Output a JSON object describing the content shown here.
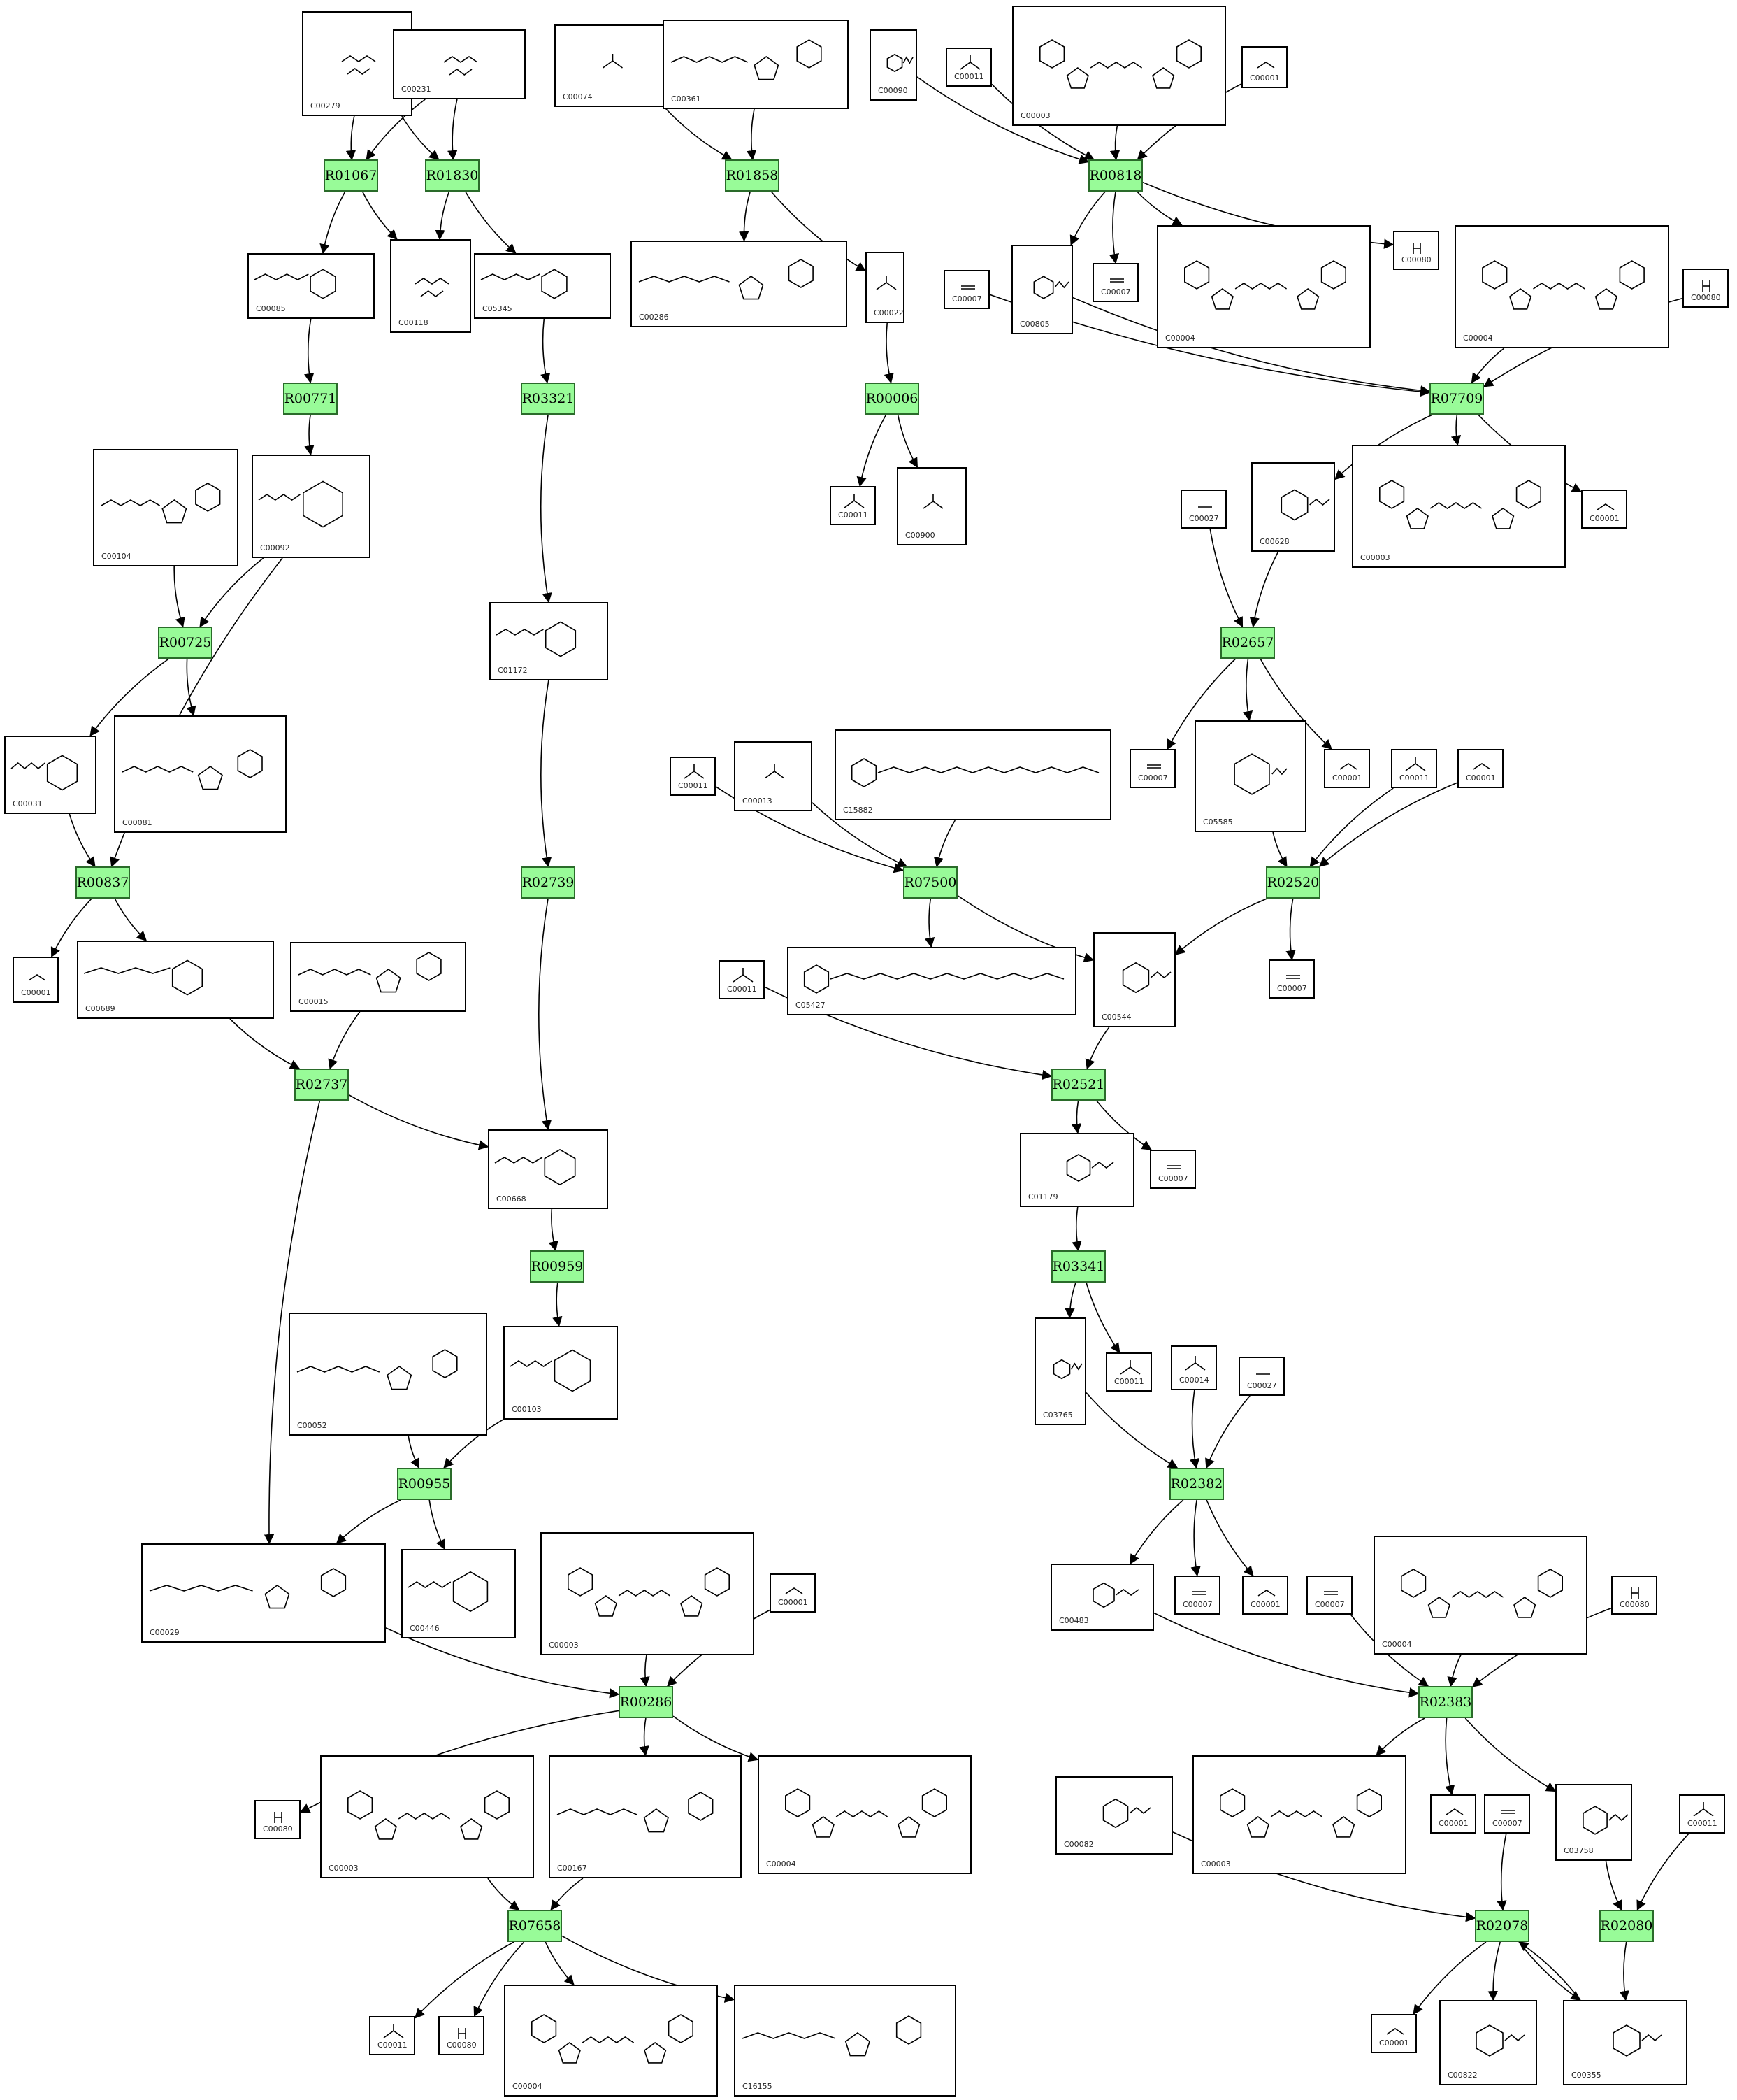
{
  "reactions": [
    {
      "id": "r01067",
      "label": "R01067"
    },
    {
      "id": "r01830",
      "label": "R01830"
    },
    {
      "id": "r01858",
      "label": "R01858"
    },
    {
      "id": "r00818",
      "label": "R00818"
    },
    {
      "id": "r00771",
      "label": "R00771"
    },
    {
      "id": "r03321",
      "label": "R03321"
    },
    {
      "id": "r00006",
      "label": "R00006"
    },
    {
      "id": "r07709",
      "label": "R07709"
    },
    {
      "id": "r00725",
      "label": "R00725"
    },
    {
      "id": "r02657",
      "label": "R02657"
    },
    {
      "id": "r00837",
      "label": "R00837"
    },
    {
      "id": "r02739",
      "label": "R02739"
    },
    {
      "id": "r07500",
      "label": "R07500"
    },
    {
      "id": "r02520",
      "label": "R02520"
    },
    {
      "id": "r02737",
      "label": "R02737"
    },
    {
      "id": "r02521",
      "label": "R02521"
    },
    {
      "id": "r00959",
      "label": "R00959"
    },
    {
      "id": "r03341",
      "label": "R03341"
    },
    {
      "id": "r00955",
      "label": "R00955"
    },
    {
      "id": "r02382",
      "label": "R02382"
    },
    {
      "id": "r00286",
      "label": "R00286"
    },
    {
      "id": "r02383",
      "label": "R02383"
    },
    {
      "id": "r07658",
      "label": "R07658"
    },
    {
      "id": "r02078",
      "label": "R02078"
    },
    {
      "id": "r02080",
      "label": "R02080"
    }
  ],
  "compounds": [
    {
      "id": "c00279",
      "label": "C00279",
      "mol": "sugar-chain"
    },
    {
      "id": "c00231",
      "label": "C00231",
      "mol": "sugar-chain"
    },
    {
      "id": "c00074",
      "label": "C00074",
      "mol": "small"
    },
    {
      "id": "c00361",
      "label": "C00361",
      "mol": "nucleotide"
    },
    {
      "id": "c00090",
      "label": "C00090",
      "mol": "ring"
    },
    {
      "id": "c00011a",
      "label": "C00011",
      "mol": "small"
    },
    {
      "id": "c00003a",
      "label": "C00003",
      "mol": "nad"
    },
    {
      "id": "c00001a",
      "label": "C00001",
      "mol": "water"
    },
    {
      "id": "c00085",
      "label": "C00085",
      "mol": "ring-sugar"
    },
    {
      "id": "c00118",
      "label": "C00118",
      "mol": "sugar-chain"
    },
    {
      "id": "c05345",
      "label": "C05345",
      "mol": "ring-sugar"
    },
    {
      "id": "c00286",
      "label": "C00286",
      "mol": "nucleotide"
    },
    {
      "id": "c00022",
      "label": "C00022",
      "mol": "small"
    },
    {
      "id": "c00805",
      "label": "C00805",
      "mol": "ring"
    },
    {
      "id": "c00007a",
      "label": "C00007",
      "mol": "oxygen"
    },
    {
      "id": "c00004a",
      "label": "C00004",
      "mol": "nad"
    },
    {
      "id": "c00080a",
      "label": "C00080",
      "mol": "proton"
    },
    {
      "id": "c00007b",
      "label": "C00007",
      "mol": "oxygen"
    },
    {
      "id": "c00004b",
      "label": "C00004",
      "mol": "nad"
    },
    {
      "id": "c00080b",
      "label": "C00080",
      "mol": "proton"
    },
    {
      "id": "c00011b",
      "label": "C00011",
      "mol": "small"
    },
    {
      "id": "c00900",
      "label": "C00900",
      "mol": "small"
    },
    {
      "id": "c00104",
      "label": "C00104",
      "mol": "nucleotide"
    },
    {
      "id": "c00092",
      "label": "C00092",
      "mol": "ring-sugar"
    },
    {
      "id": "c00027a",
      "label": "C00027",
      "mol": "peroxide"
    },
    {
      "id": "c00628",
      "label": "C00628",
      "mol": "ring"
    },
    {
      "id": "c00003b",
      "label": "C00003",
      "mol": "nad"
    },
    {
      "id": "c00001b",
      "label": "C00001",
      "mol": "water"
    },
    {
      "id": "c01172",
      "label": "C01172",
      "mol": "ring-sugar"
    },
    {
      "id": "c00031",
      "label": "C00031",
      "mol": "ring-sugar"
    },
    {
      "id": "c00081",
      "label": "C00081",
      "mol": "nucleotide"
    },
    {
      "id": "c00011c",
      "label": "C00011",
      "mol": "small"
    },
    {
      "id": "c00013",
      "label": "C00013",
      "mol": "small"
    },
    {
      "id": "c15882",
      "label": "C15882",
      "mol": "chain"
    },
    {
      "id": "c00007c",
      "label": "C00007",
      "mol": "oxygen"
    },
    {
      "id": "c05585",
      "label": "C05585",
      "mol": "ring"
    },
    {
      "id": "c00001c",
      "label": "C00001",
      "mol": "water"
    },
    {
      "id": "c00011d",
      "label": "C00011",
      "mol": "small"
    },
    {
      "id": "c00001d",
      "label": "C00001",
      "mol": "water"
    },
    {
      "id": "c00001e",
      "label": "C00001",
      "mol": "water"
    },
    {
      "id": "c00689",
      "label": "C00689",
      "mol": "ring-sugar"
    },
    {
      "id": "c00015",
      "label": "C00015",
      "mol": "nucleotide"
    },
    {
      "id": "c05427",
      "label": "C05427",
      "mol": "chain"
    },
    {
      "id": "c00544",
      "label": "C00544",
      "mol": "ring"
    },
    {
      "id": "c00007d",
      "label": "C00007",
      "mol": "oxygen"
    },
    {
      "id": "c00011e",
      "label": "C00011",
      "mol": "small"
    },
    {
      "id": "c00668",
      "label": "C00668",
      "mol": "ring-sugar"
    },
    {
      "id": "c01179",
      "label": "C01179",
      "mol": "ring"
    },
    {
      "id": "c00007e",
      "label": "C00007",
      "mol": "oxygen"
    },
    {
      "id": "c00052",
      "label": "C00052",
      "mol": "nucleotide"
    },
    {
      "id": "c00103",
      "label": "C00103",
      "mol": "ring-sugar"
    },
    {
      "id": "c03765",
      "label": "C03765",
      "mol": "ring"
    },
    {
      "id": "c00011f",
      "label": "C00011",
      "mol": "small"
    },
    {
      "id": "c00014",
      "label": "C00014",
      "mol": "small"
    },
    {
      "id": "c00027b",
      "label": "C00027",
      "mol": "peroxide"
    },
    {
      "id": "c00029",
      "label": "C00029",
      "mol": "nucleotide"
    },
    {
      "id": "c00446",
      "label": "C00446",
      "mol": "ring-sugar"
    },
    {
      "id": "c00003c",
      "label": "C00003",
      "mol": "nad"
    },
    {
      "id": "c00001f",
      "label": "C00001",
      "mol": "water"
    },
    {
      "id": "c00483",
      "label": "C00483",
      "mol": "ring"
    },
    {
      "id": "c00007f",
      "label": "C00007",
      "mol": "oxygen"
    },
    {
      "id": "c00001g",
      "label": "C00001",
      "mol": "water"
    },
    {
      "id": "c00007g",
      "label": "C00007",
      "mol": "oxygen"
    },
    {
      "id": "c00004c",
      "label": "C00004",
      "mol": "nad"
    },
    {
      "id": "c00080c",
      "label": "C00080",
      "mol": "proton"
    },
    {
      "id": "c00080d",
      "label": "C00080",
      "mol": "proton"
    },
    {
      "id": "c00003d",
      "label": "C00003",
      "mol": "nad"
    },
    {
      "id": "c00167",
      "label": "C00167",
      "mol": "nucleotide"
    },
    {
      "id": "c00004d",
      "label": "C00004",
      "mol": "nad"
    },
    {
      "id": "c00082",
      "label": "C00082",
      "mol": "ring"
    },
    {
      "id": "c00003e",
      "label": "C00003",
      "mol": "nad"
    },
    {
      "id": "c00001h",
      "label": "C00001",
      "mol": "water"
    },
    {
      "id": "c03758",
      "label": "C03758",
      "mol": "ring"
    },
    {
      "id": "c00011g",
      "label": "C00011",
      "mol": "small"
    },
    {
      "id": "c00007h",
      "label": "C00007",
      "mol": "oxygen"
    },
    {
      "id": "c00011h",
      "label": "C00011",
      "mol": "small"
    },
    {
      "id": "c00080e",
      "label": "C00080",
      "mol": "proton"
    },
    {
      "id": "c00004e",
      "label": "C00004",
      "mol": "nad"
    },
    {
      "id": "c16155",
      "label": "C16155",
      "mol": "nucleotide"
    },
    {
      "id": "c00001i",
      "label": "C00001",
      "mol": "water"
    },
    {
      "id": "c00822",
      "label": "C00822",
      "mol": "ring"
    },
    {
      "id": "c00355",
      "label": "C00355",
      "mol": "ring"
    }
  ],
  "edges": [
    [
      "c00279",
      "r01067"
    ],
    [
      "c00231",
      "r01067"
    ],
    [
      "c00279",
      "r01830"
    ],
    [
      "c00231",
      "r01830"
    ],
    [
      "r01067",
      "c00085"
    ],
    [
      "r01067",
      "c00118"
    ],
    [
      "r01830",
      "c00118"
    ],
    [
      "r01830",
      "c05345"
    ],
    [
      "c00074",
      "r01858"
    ],
    [
      "c00361",
      "r01858"
    ],
    [
      "r01858",
      "c00286"
    ],
    [
      "r01858",
      "c00022"
    ],
    [
      "c00090",
      "r00818"
    ],
    [
      "c00011a",
      "r00818"
    ],
    [
      "c00003a",
      "r00818"
    ],
    [
      "c00001a",
      "r00818"
    ],
    [
      "r00818",
      "c00805"
    ],
    [
      "r00818",
      "c00007a"
    ],
    [
      "r00818",
      "c00004a"
    ],
    [
      "r00818",
      "c00080a"
    ],
    [
      "c00085",
      "r00771"
    ],
    [
      "r00771",
      "c00092"
    ],
    [
      "c05345",
      "r03321"
    ],
    [
      "r03321",
      "c01172"
    ],
    [
      "c00022",
      "r00006"
    ],
    [
      "r00006",
      "c00011b"
    ],
    [
      "r00006",
      "c00900"
    ],
    [
      "c00007b",
      "r07709"
    ],
    [
      "c00805",
      "r07709"
    ],
    [
      "c00004b",
      "r07709"
    ],
    [
      "c00080b",
      "r07709"
    ],
    [
      "r07709",
      "c00628"
    ],
    [
      "r07709",
      "c00003b"
    ],
    [
      "r07709",
      "c00001b"
    ],
    [
      "c00104",
      "r00725"
    ],
    [
      "c00092",
      "r00725"
    ],
    [
      "r00725",
      "c00031"
    ],
    [
      "r00725",
      "c00081"
    ],
    [
      "c00027a",
      "r02657"
    ],
    [
      "c00628",
      "r02657"
    ],
    [
      "r02657",
      "c00007c"
    ],
    [
      "r02657",
      "c05585"
    ],
    [
      "r02657",
      "c00001c"
    ],
    [
      "c00031",
      "r00837"
    ],
    [
      "c00092",
      "r00837"
    ],
    [
      "r00837",
      "c00001e"
    ],
    [
      "r00837",
      "c00689"
    ],
    [
      "c01172",
      "r02739"
    ],
    [
      "r02739",
      "c00668"
    ],
    [
      "c00011c",
      "r07500"
    ],
    [
      "c00013",
      "r07500"
    ],
    [
      "c15882",
      "r07500"
    ],
    [
      "r07500",
      "c05427"
    ],
    [
      "r07500",
      "c00544"
    ],
    [
      "c05585",
      "r02520"
    ],
    [
      "c00011d",
      "r02520"
    ],
    [
      "c00001d",
      "r02520"
    ],
    [
      "r02520",
      "c00544"
    ],
    [
      "r02520",
      "c00007d"
    ],
    [
      "c00689",
      "r02737"
    ],
    [
      "c00015",
      "r02737"
    ],
    [
      "r02737",
      "c00668"
    ],
    [
      "r02737",
      "c00029"
    ],
    [
      "c00011e",
      "r02521"
    ],
    [
      "c00544",
      "r02521"
    ],
    [
      "r02521",
      "c01179"
    ],
    [
      "r02521",
      "c00007e"
    ],
    [
      "c00668",
      "r00959"
    ],
    [
      "r00959",
      "c00103"
    ],
    [
      "c01179",
      "r03341"
    ],
    [
      "r03341",
      "c03765"
    ],
    [
      "r03341",
      "c00011f"
    ],
    [
      "c00052",
      "r00955"
    ],
    [
      "c00103",
      "r00955"
    ],
    [
      "r00955",
      "c00029"
    ],
    [
      "r00955",
      "c00446"
    ],
    [
      "c03765",
      "r02382"
    ],
    [
      "c00014",
      "r02382"
    ],
    [
      "c00027b",
      "r02382"
    ],
    [
      "r02382",
      "c00483"
    ],
    [
      "r02382",
      "c00007f"
    ],
    [
      "r02382",
      "c00001g"
    ],
    [
      "c00029",
      "r00286"
    ],
    [
      "c00003c",
      "r00286"
    ],
    [
      "c00001f",
      "r00286"
    ],
    [
      "r00286",
      "c00080d"
    ],
    [
      "r00286",
      "c00167"
    ],
    [
      "r00286",
      "c00004d"
    ],
    [
      "c00483",
      "r02383"
    ],
    [
      "c00007g",
      "r02383"
    ],
    [
      "c00004c",
      "r02383"
    ],
    [
      "c00080c",
      "r02383"
    ],
    [
      "r02383",
      "c00003e"
    ],
    [
      "r02383",
      "c00001h"
    ],
    [
      "r02383",
      "c03758"
    ],
    [
      "c00003d",
      "r07658"
    ],
    [
      "c00167",
      "r07658"
    ],
    [
      "r07658",
      "c00011h"
    ],
    [
      "r07658",
      "c00080e"
    ],
    [
      "r07658",
      "c00004e"
    ],
    [
      "r07658",
      "c16155"
    ],
    [
      "c00082",
      "r02078"
    ],
    [
      "c00007h",
      "r02078"
    ],
    [
      "c00355",
      "r02078"
    ],
    [
      "r02078",
      "c00001i"
    ],
    [
      "r02078",
      "c00822"
    ],
    [
      "r02078",
      "c00355"
    ],
    [
      "c03758",
      "r02080"
    ],
    [
      "c00011g",
      "r02080"
    ],
    [
      "r02080",
      "c00355"
    ]
  ]
}
